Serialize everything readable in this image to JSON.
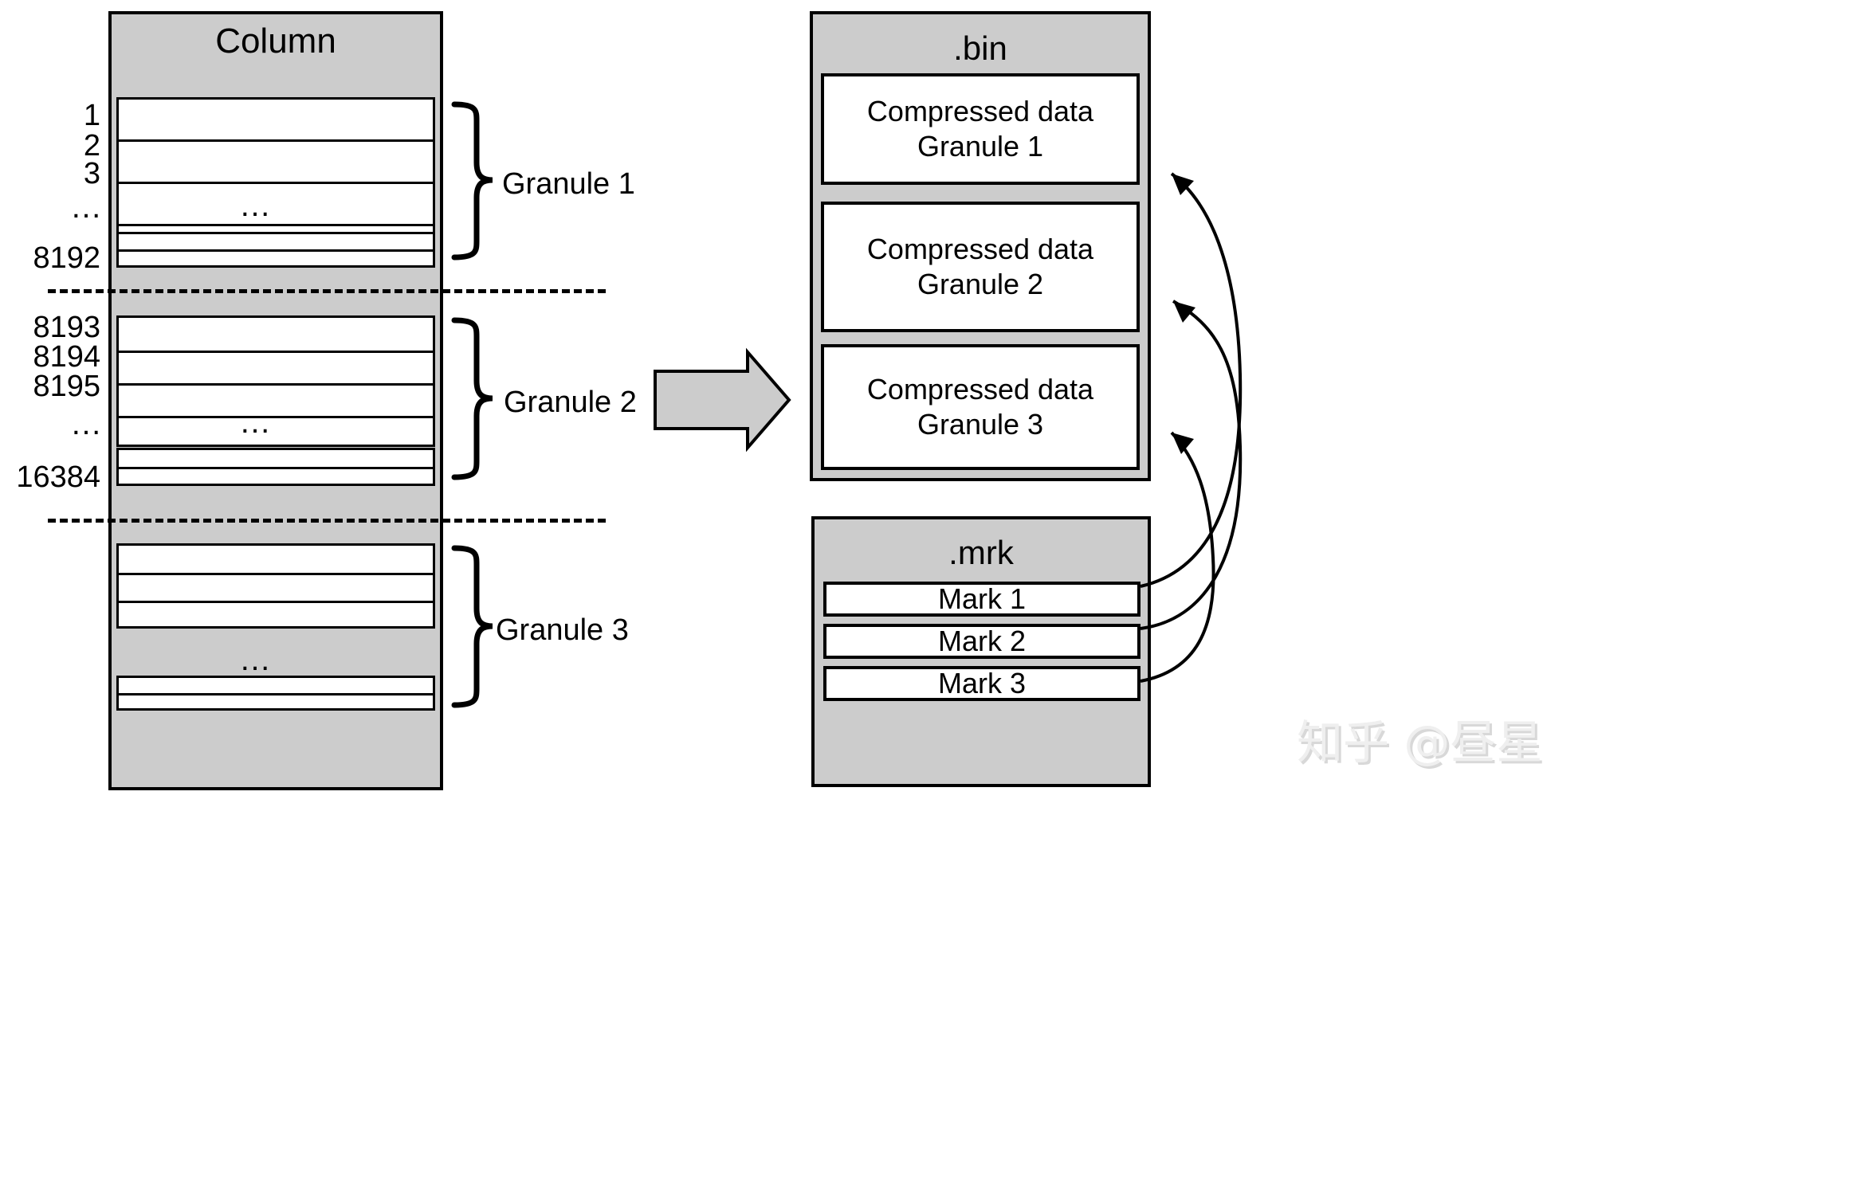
{
  "diagram": {
    "title_left": "Column",
    "arrow": "thick-right-arrow",
    "row_index_labels": {
      "g1": [
        "1",
        "2",
        "3",
        "…",
        "8192"
      ],
      "g2": [
        "8193",
        "8194",
        "8195",
        "…",
        "16384"
      ],
      "g3": []
    },
    "inline_ellipsis": "…",
    "granule_labels": [
      "Granule 1",
      "Granule 2",
      "Granule 3"
    ],
    "bin_file": {
      "title": ".bin",
      "blocks": [
        {
          "line1": "Compressed data",
          "line2": "Granule 1"
        },
        {
          "line1": "Compressed data",
          "line2": "Granule 2"
        },
        {
          "line1": "Compressed data",
          "line2": "Granule 3"
        }
      ]
    },
    "mrk_file": {
      "title": ".mrk",
      "marks": [
        "Mark 1",
        "Mark 2",
        "Mark 3"
      ]
    },
    "watermark": "知乎 @昼星",
    "colors": {
      "panel_fill": "#cccccc",
      "block_fill": "#ffffff",
      "stroke": "#000000",
      "background": "#ffffff"
    }
  }
}
